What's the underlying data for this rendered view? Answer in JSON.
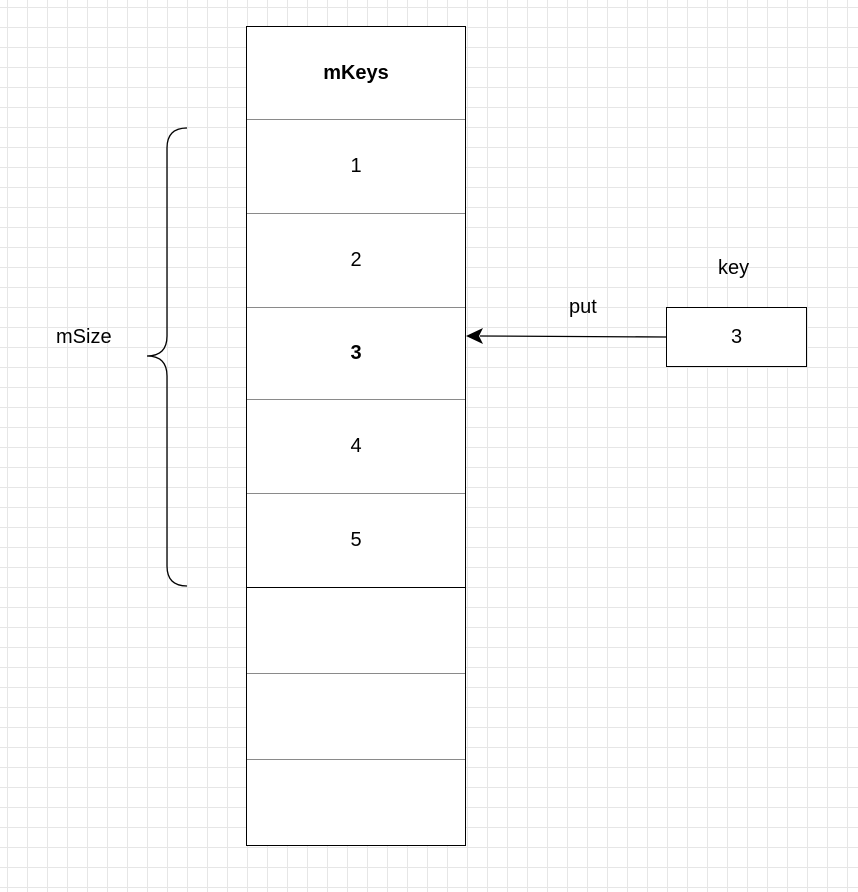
{
  "array": {
    "header": "mKeys",
    "cells": [
      "1",
      "2",
      "3",
      "4",
      "5",
      "",
      "",
      ""
    ],
    "highlighted": "3"
  },
  "brace_label": "mSize",
  "arrow_label": "put",
  "key": {
    "title": "key",
    "value": "3"
  }
}
